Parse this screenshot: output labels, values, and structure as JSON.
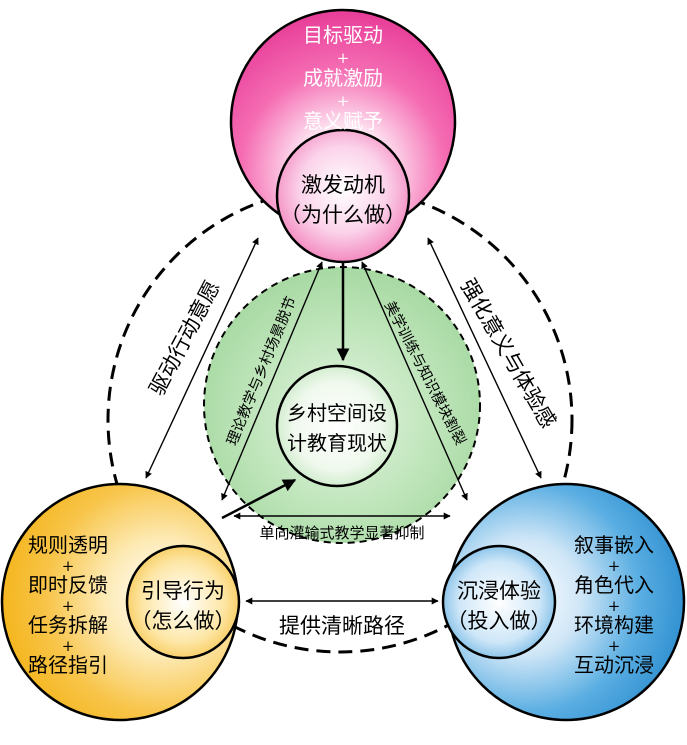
{
  "top": {
    "factors": [
      "目标驱动",
      "+",
      "成就激励",
      "+",
      "意义赋予"
    ],
    "core": [
      "激发动机",
      "（为什么做）"
    ]
  },
  "left": {
    "factors": [
      "规则透明",
      "+",
      "即时反馈",
      "+",
      "任务拆解",
      "+",
      "路径指引"
    ],
    "core": [
      "引导行为",
      "（怎么做）"
    ]
  },
  "right": {
    "factors": [
      "叙事嵌入",
      "+",
      "角色代入",
      "+",
      "环境构建",
      "+",
      "互动沉浸"
    ],
    "core": [
      "沉浸体验",
      "（投入做）"
    ]
  },
  "center": [
    "乡村空间设",
    "计教育现状"
  ],
  "inner_labels": {
    "left": "理论教学与乡村场景脱节",
    "right": "美学训练与知识模块割裂",
    "bottom": "单向灌输式教学显著抑制"
  },
  "outer_labels": {
    "left": "驱动行动意愿",
    "right": "强化意义与体验感",
    "bottom": "提供清晰路径"
  },
  "colors": {
    "top_fill": "#e8409a",
    "left_fill": "#f4b41a",
    "right_fill": "#2f8fd0",
    "center_fill": "#8fd08f",
    "stroke": "#000000"
  }
}
